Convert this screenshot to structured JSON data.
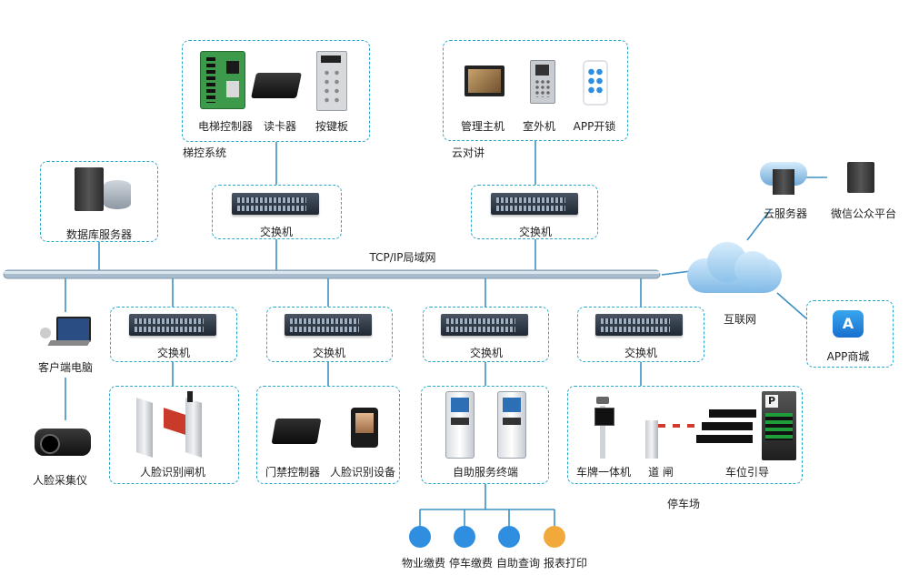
{
  "network": {
    "backbone_label": "TCP/IP局域网"
  },
  "elevator": {
    "items": [
      "电梯控制器",
      "读卡器",
      "按键板"
    ],
    "group": "梯控系统"
  },
  "intercom": {
    "items": [
      "管理主机",
      "室外机",
      "APP开锁"
    ],
    "group": "云对讲"
  },
  "db_server": "数据库服务器",
  "switch_label": "交换机",
  "cloud": {
    "server": "云服务器",
    "wechat": "微信公众平台",
    "internet": "互联网",
    "app_store": "APP商城"
  },
  "client": {
    "pc": "客户端电脑",
    "camera": "人脸采集仪"
  },
  "face_gate": "人脸识别闸机",
  "access": {
    "items": [
      "门禁控制器",
      "人脸识别设备"
    ]
  },
  "kiosk": "自助服务终端",
  "parking": {
    "items": [
      "车牌一体机",
      "道 闸",
      "车位引导"
    ],
    "group": "停车场"
  },
  "services": [
    "物业缴费",
    "停车缴费",
    "自助查询",
    "报表打印"
  ],
  "colors": {
    "accent": "#29a9c9",
    "bus": "#9fb4c8",
    "line": "#3d8fc4"
  }
}
